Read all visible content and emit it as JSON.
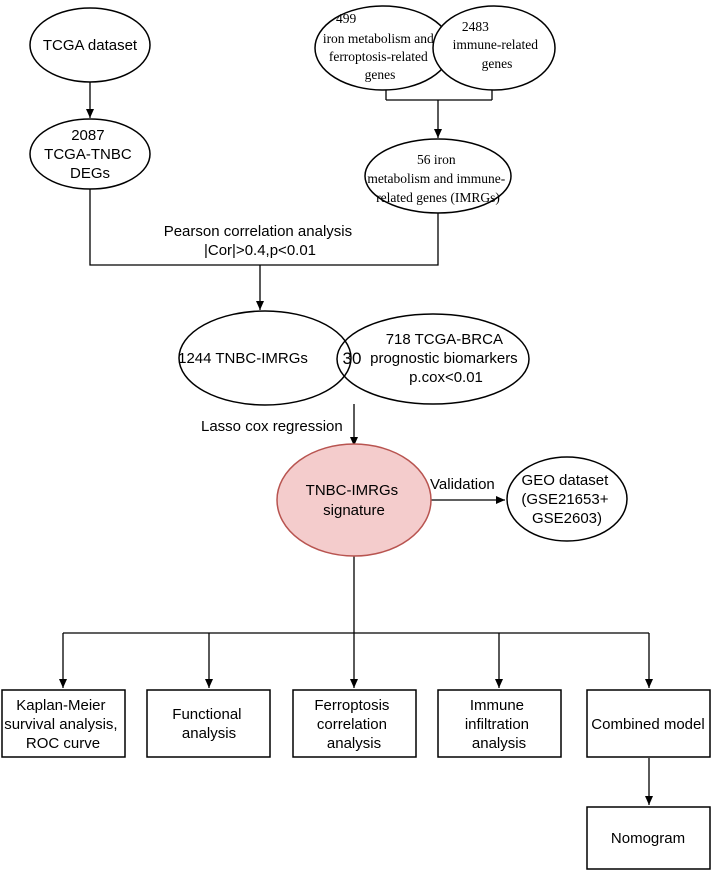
{
  "colors": {
    "highlight_fill": "#f4cccc",
    "highlight_stroke": "#b85450",
    "stroke": "#000000"
  },
  "nodes": {
    "tcga_dataset": "TCGA dataset",
    "iron_genes": [
      "499",
      "iron metabolism and",
      "ferroptosis-related",
      "genes"
    ],
    "immune_genes": [
      "2483",
      "immune-related",
      "genes"
    ],
    "tcga_tnbc_degs": [
      "2087",
      "TCGA-TNBC",
      "DEGs"
    ],
    "imrgs": [
      "56 iron",
      "metabolism and immune-",
      "related genes (IMRGs)"
    ],
    "tnbc_imrgs_set": "1244 TNBC-IMRGs",
    "overlap_count": "30",
    "brca_biomarkers": [
      "718 TCGA-BRCA",
      "prognostic biomarkers",
      "p.cox<0.01"
    ],
    "signature": [
      "TNBC-IMRGs",
      "signature"
    ],
    "geo_dataset": [
      "GEO dataset",
      "(GSE21653+",
      "GSE2603)"
    ],
    "km_roc": [
      "Kaplan-Meier",
      "survival analysis,",
      "ROC curve"
    ],
    "functional": [
      "Functional",
      "analysis"
    ],
    "ferroptosis": [
      "Ferroptosis",
      "correlation",
      "analysis"
    ],
    "immune_infiltration": [
      "Immune",
      "infiltration",
      "analysis"
    ],
    "combined_model": "Combined model",
    "nomogram": "Nomogram"
  },
  "edge_labels": {
    "pearson": [
      "Pearson correlation analysis",
      "|Cor|>0.4,p<0.01"
    ],
    "lasso": "Lasso cox regression",
    "validation": "Validation"
  }
}
